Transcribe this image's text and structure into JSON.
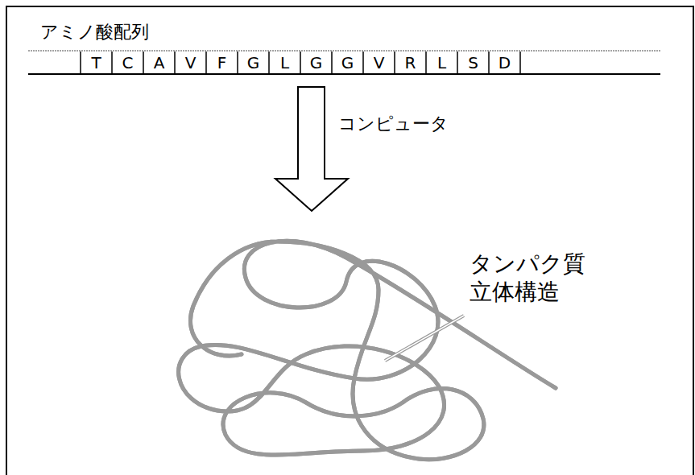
{
  "diagram": {
    "labels": [
      "アミノ酸配列",
      "T",
      "C",
      "A",
      "V",
      "F",
      "G",
      "L",
      "G",
      "G",
      "V",
      "R",
      "L",
      "S",
      "D",
      "コンピュータ",
      "タンパク質 立体構造"
    ]
  }
}
